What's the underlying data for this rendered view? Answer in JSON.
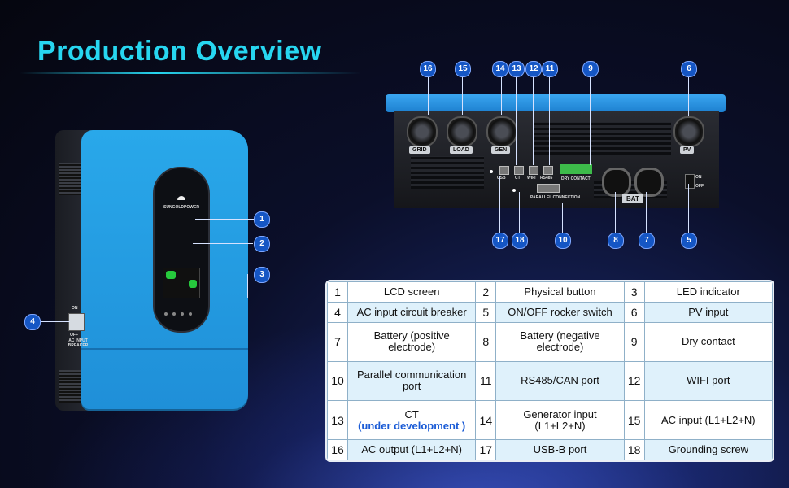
{
  "title": "Production Overview",
  "device": {
    "brand_logo": "SUNGOLDPOWER",
    "back_labels": {
      "grid": "GRID",
      "load": "LOAD",
      "gen": "GEN",
      "pv": "PV",
      "usb": "USB",
      "ct": "CT",
      "wifi": "WIFI",
      "rs485": "RS485",
      "dry_contact": "DRY CONTACT",
      "parallel": "PARALLEL CONNECTION",
      "bat": "BAT",
      "on": "ON",
      "off": "OFF"
    },
    "front_labels": {
      "on": "ON",
      "off": "OFF",
      "breaker": "AC INPUT BREAKER"
    }
  },
  "callouts": [
    "1",
    "2",
    "3",
    "4",
    "5",
    "6",
    "7",
    "8",
    "9",
    "10",
    "11",
    "12",
    "13",
    "14",
    "15",
    "16",
    "17",
    "18"
  ],
  "components": [
    {
      "num": "1",
      "label": "LCD screen"
    },
    {
      "num": "2",
      "label": "Physical button"
    },
    {
      "num": "3",
      "label": "LED indicator"
    },
    {
      "num": "4",
      "label": "AC input circuit breaker"
    },
    {
      "num": "5",
      "label": "ON/OFF rocker switch"
    },
    {
      "num": "6",
      "label": "PV input"
    },
    {
      "num": "7",
      "label": "Battery (positive electrode)"
    },
    {
      "num": "8",
      "label": "Battery (negative electrode)"
    },
    {
      "num": "9",
      "label": "Dry contact"
    },
    {
      "num": "10",
      "label": "Parallel communication port"
    },
    {
      "num": "11",
      "label": "RS485/CAN port"
    },
    {
      "num": "12",
      "label": "WIFI port"
    },
    {
      "num": "13",
      "label": "CT",
      "note": "(under development )"
    },
    {
      "num": "14",
      "label": "Generator input (L1+L2+N)"
    },
    {
      "num": "15",
      "label": "AC input (L1+L2+N)"
    },
    {
      "num": "16",
      "label": "AC output (L1+L2+N)"
    },
    {
      "num": "17",
      "label": "USB-B port"
    },
    {
      "num": "18",
      "label": "Grounding screw"
    }
  ],
  "colors": {
    "accent": "#27d6f0",
    "device_blue": "#29a8ea",
    "callout": "#1556c4",
    "note": "#1a5bd6"
  }
}
